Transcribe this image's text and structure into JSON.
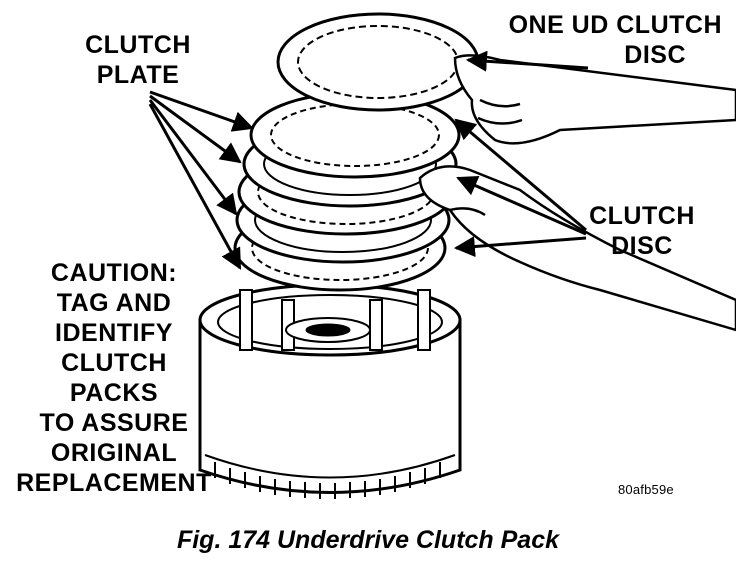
{
  "labels": {
    "clutch_plate": [
      "CLUTCH",
      "PLATE"
    ],
    "ud_clutch_disc": [
      "ONE UD CLUTCH",
      "DISC"
    ],
    "clutch_disc": [
      "CLUTCH",
      "DISC"
    ],
    "caution": [
      "CAUTION:",
      "TAG AND",
      "IDENTIFY",
      "CLUTCH",
      "PACKS",
      "TO ASSURE",
      "ORIGINAL",
      "REPLACEMENT"
    ]
  },
  "figure_code": "80afb59e",
  "caption": "Fig. 174 Underdrive Clutch Pack",
  "colors": {
    "ink": "#000000",
    "paper": "#ffffff"
  }
}
